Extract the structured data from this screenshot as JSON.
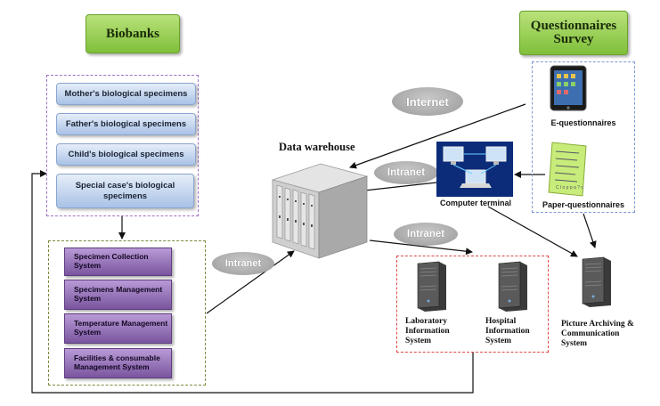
{
  "titles": {
    "biobanks": "Biobanks",
    "questionnaires_line1": "Questionnaires",
    "questionnaires_line2": "Survey",
    "data_warehouse": "Data warehouse"
  },
  "biobank_items": [
    "Mother's biological specimens",
    "Father's biological specimens",
    "Child's biological specimens",
    "Special case's biological specimens"
  ],
  "systems": [
    "Specimen Collection System",
    "Specimens Management System",
    "Temperature Management System",
    "Facilities & consumable Management System"
  ],
  "networks": {
    "internet": "Internet",
    "intranet_top": "Intranet",
    "intranet_mid": "Intranet",
    "intranet_left": "Intranet"
  },
  "questionnaires": {
    "e": "E-questionnaires",
    "paper": "Paper-questionnaires"
  },
  "computer_terminal": "Computer terminal",
  "info_systems": {
    "lab": "Laboratory Information System",
    "hospital": "Hospital Information System",
    "pacs": "Picture Archiving & Communication System"
  },
  "paper_form_text": "C l o p p a ? c",
  "colors": {
    "green_title": "#7fbf3a",
    "blue_item": "#a9c2e6",
    "purple_item": "#7a559f",
    "biobank_border": "#a070c8",
    "systems_border": "#7a8a3a",
    "questionnaire_border": "#7a9ad6",
    "info_border": "#e04a4a"
  }
}
